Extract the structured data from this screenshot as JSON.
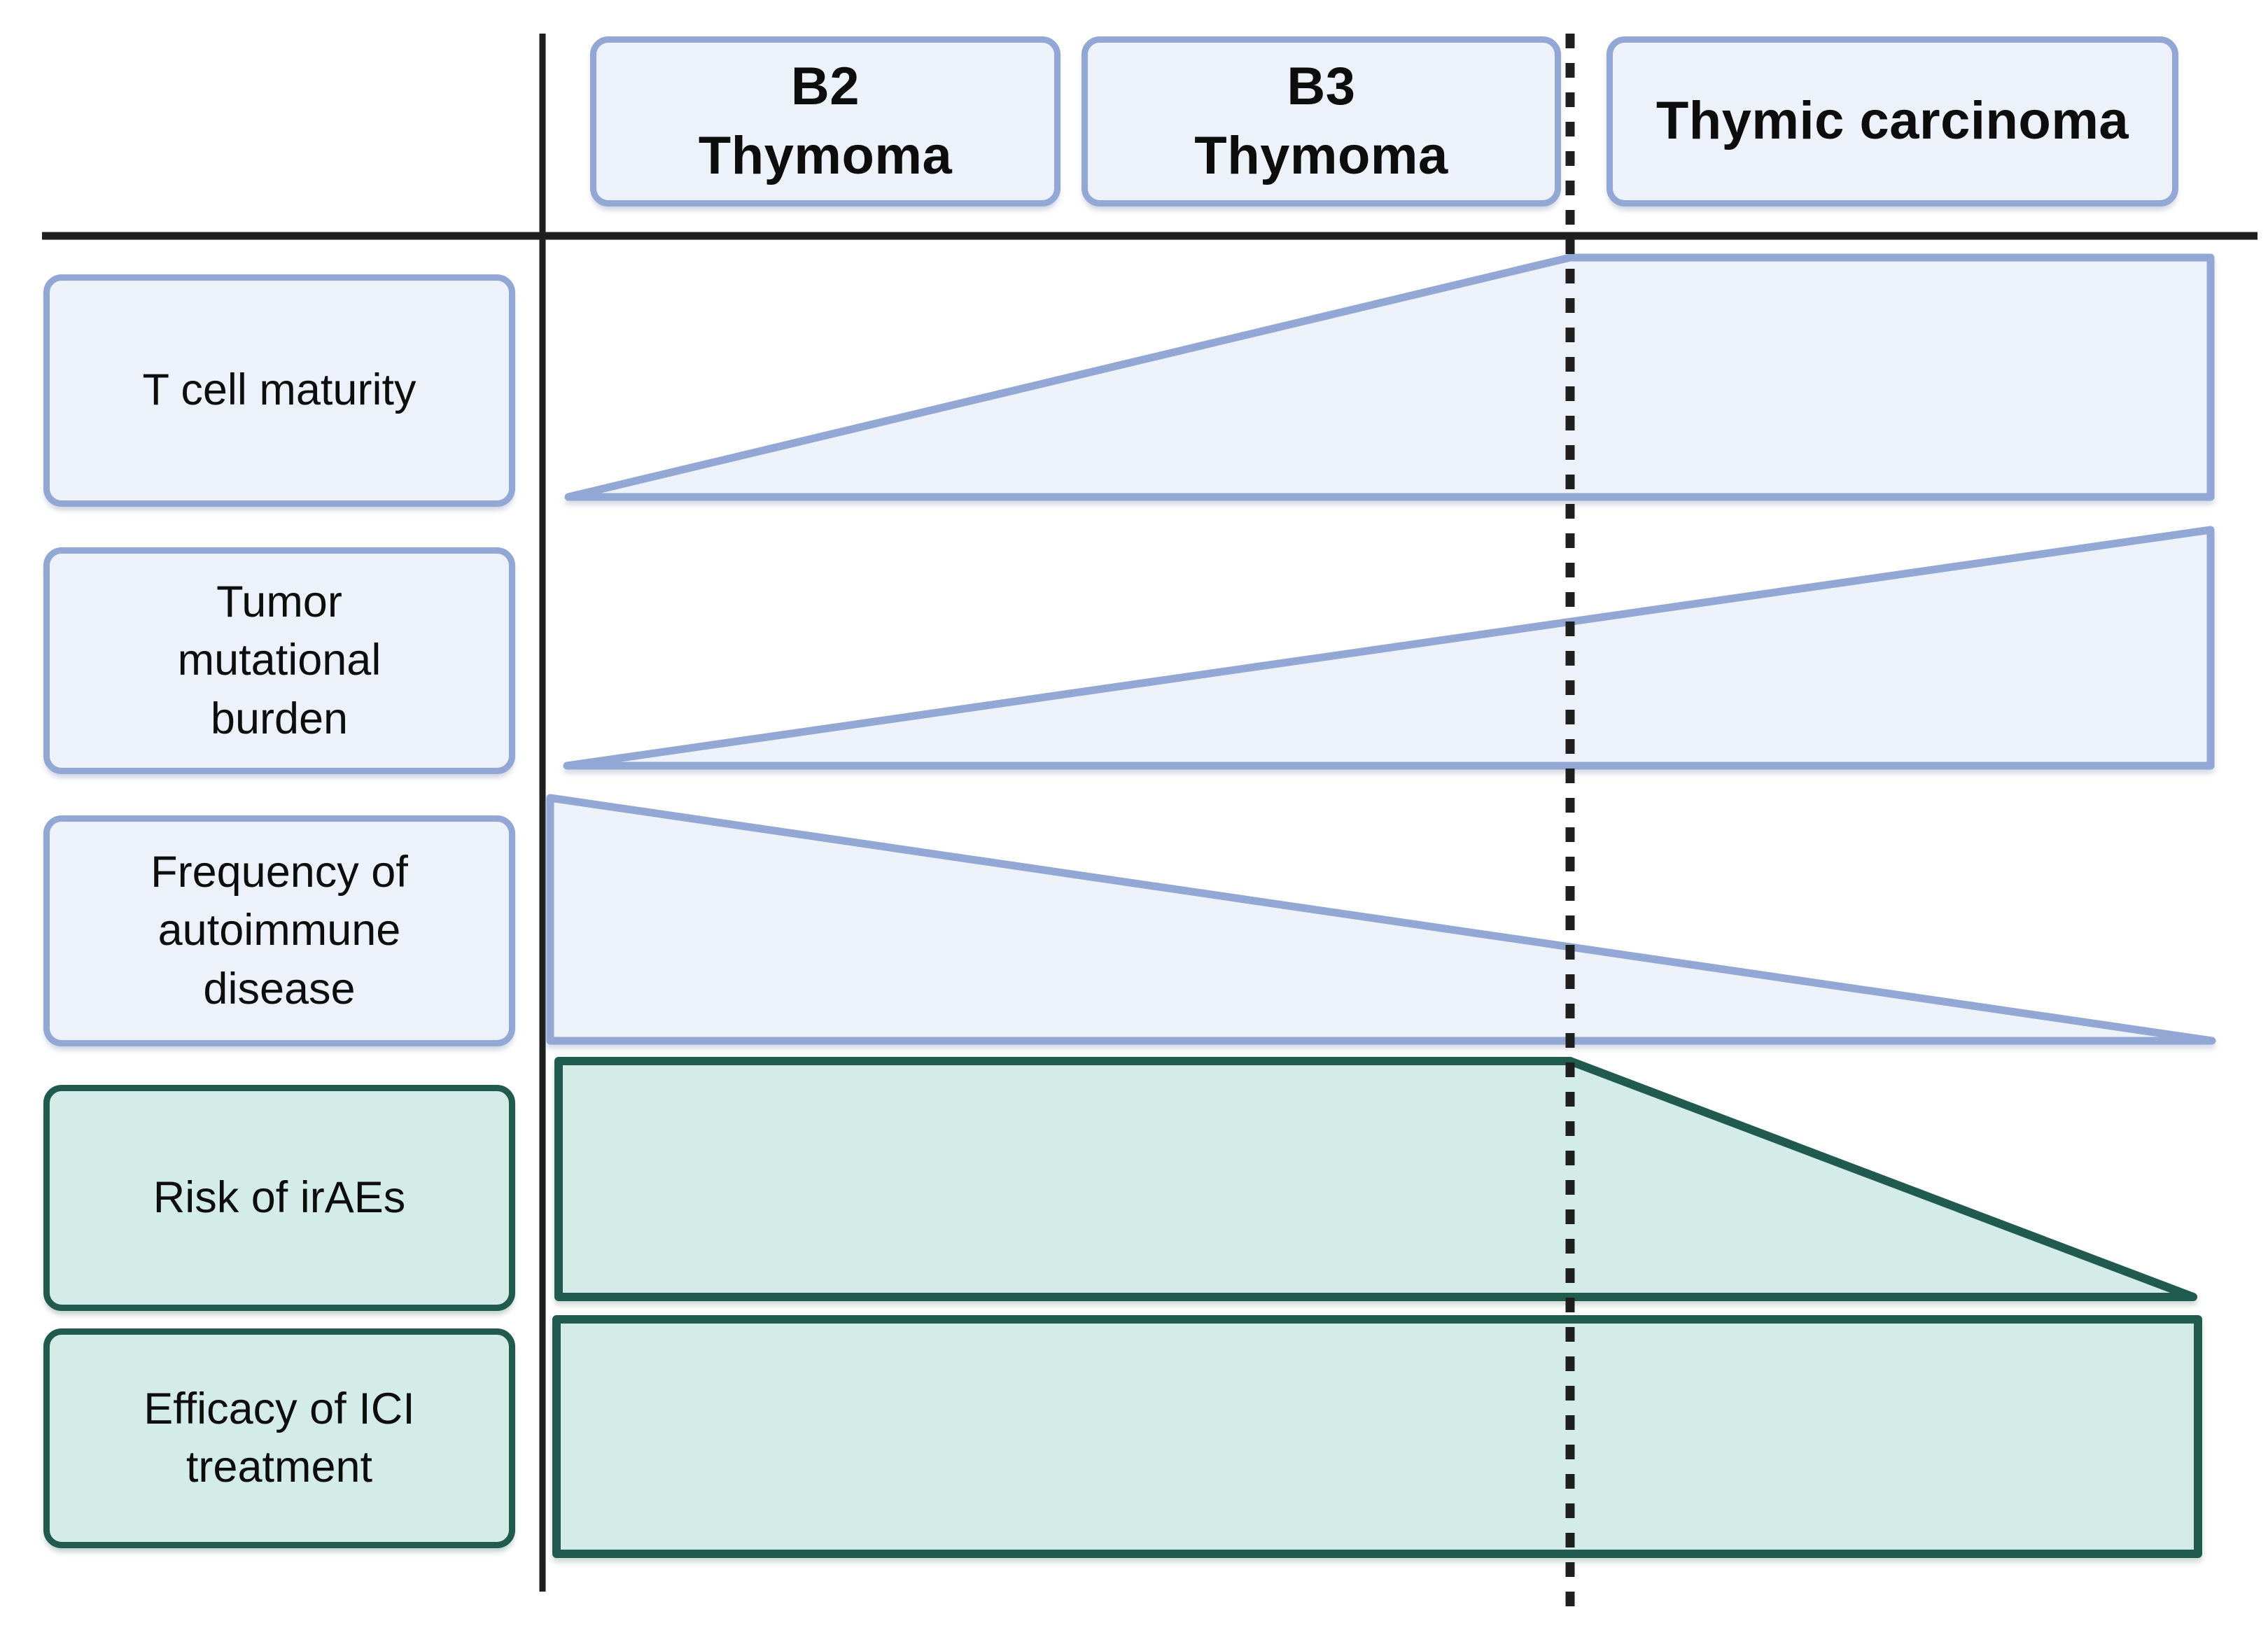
{
  "figure": {
    "description": "Comparison of immunologic features across thymic epithelial tumor subtypes",
    "columns": [
      {
        "id": "b2-thymoma",
        "label": "B2\nThymoma"
      },
      {
        "id": "b3-thymoma",
        "label": "B3\nThymoma"
      },
      {
        "id": "thymic-carcinoma",
        "label": "Thymic carcinoma"
      }
    ],
    "divider": {
      "style": "dashed-vertical-line",
      "meaning": "boundary between thymomas (B2, B3) and thymic carcinoma"
    },
    "rows": [
      {
        "id": "t-cell-maturity",
        "label": "T cell maturity",
        "theme": "blue",
        "trend": "increases across thymomas, plateaus at maximum in thymic carcinoma"
      },
      {
        "id": "tumor-mutational-burden",
        "label": "Tumor\nmutational\nburden",
        "theme": "blue",
        "trend": "increases continuously from B2 thymoma to thymic carcinoma"
      },
      {
        "id": "frequency-of-autoimmune-disease",
        "label": "Frequency of\nautoimmune\ndisease",
        "theme": "blue",
        "trend": "decreases continuously from B2 thymoma to thymic carcinoma"
      },
      {
        "id": "risk-of-iraes",
        "label": "Risk of irAEs",
        "theme": "green",
        "trend": "high and constant across thymomas, decreases in thymic carcinoma"
      },
      {
        "id": "efficacy-of-ici-treatment",
        "label": "Efficacy of ICI\ntreatment",
        "theme": "green",
        "trend": "constant across all subtypes"
      }
    ],
    "colors": {
      "blue_fill": "#edf1fa",
      "blue_border": "#93a7d4",
      "green_fill": "#d4ece8",
      "green_border": "#215b4f",
      "line": "#1f1f1f",
      "text": "#0d0d0d",
      "background": "#ffffff"
    }
  }
}
